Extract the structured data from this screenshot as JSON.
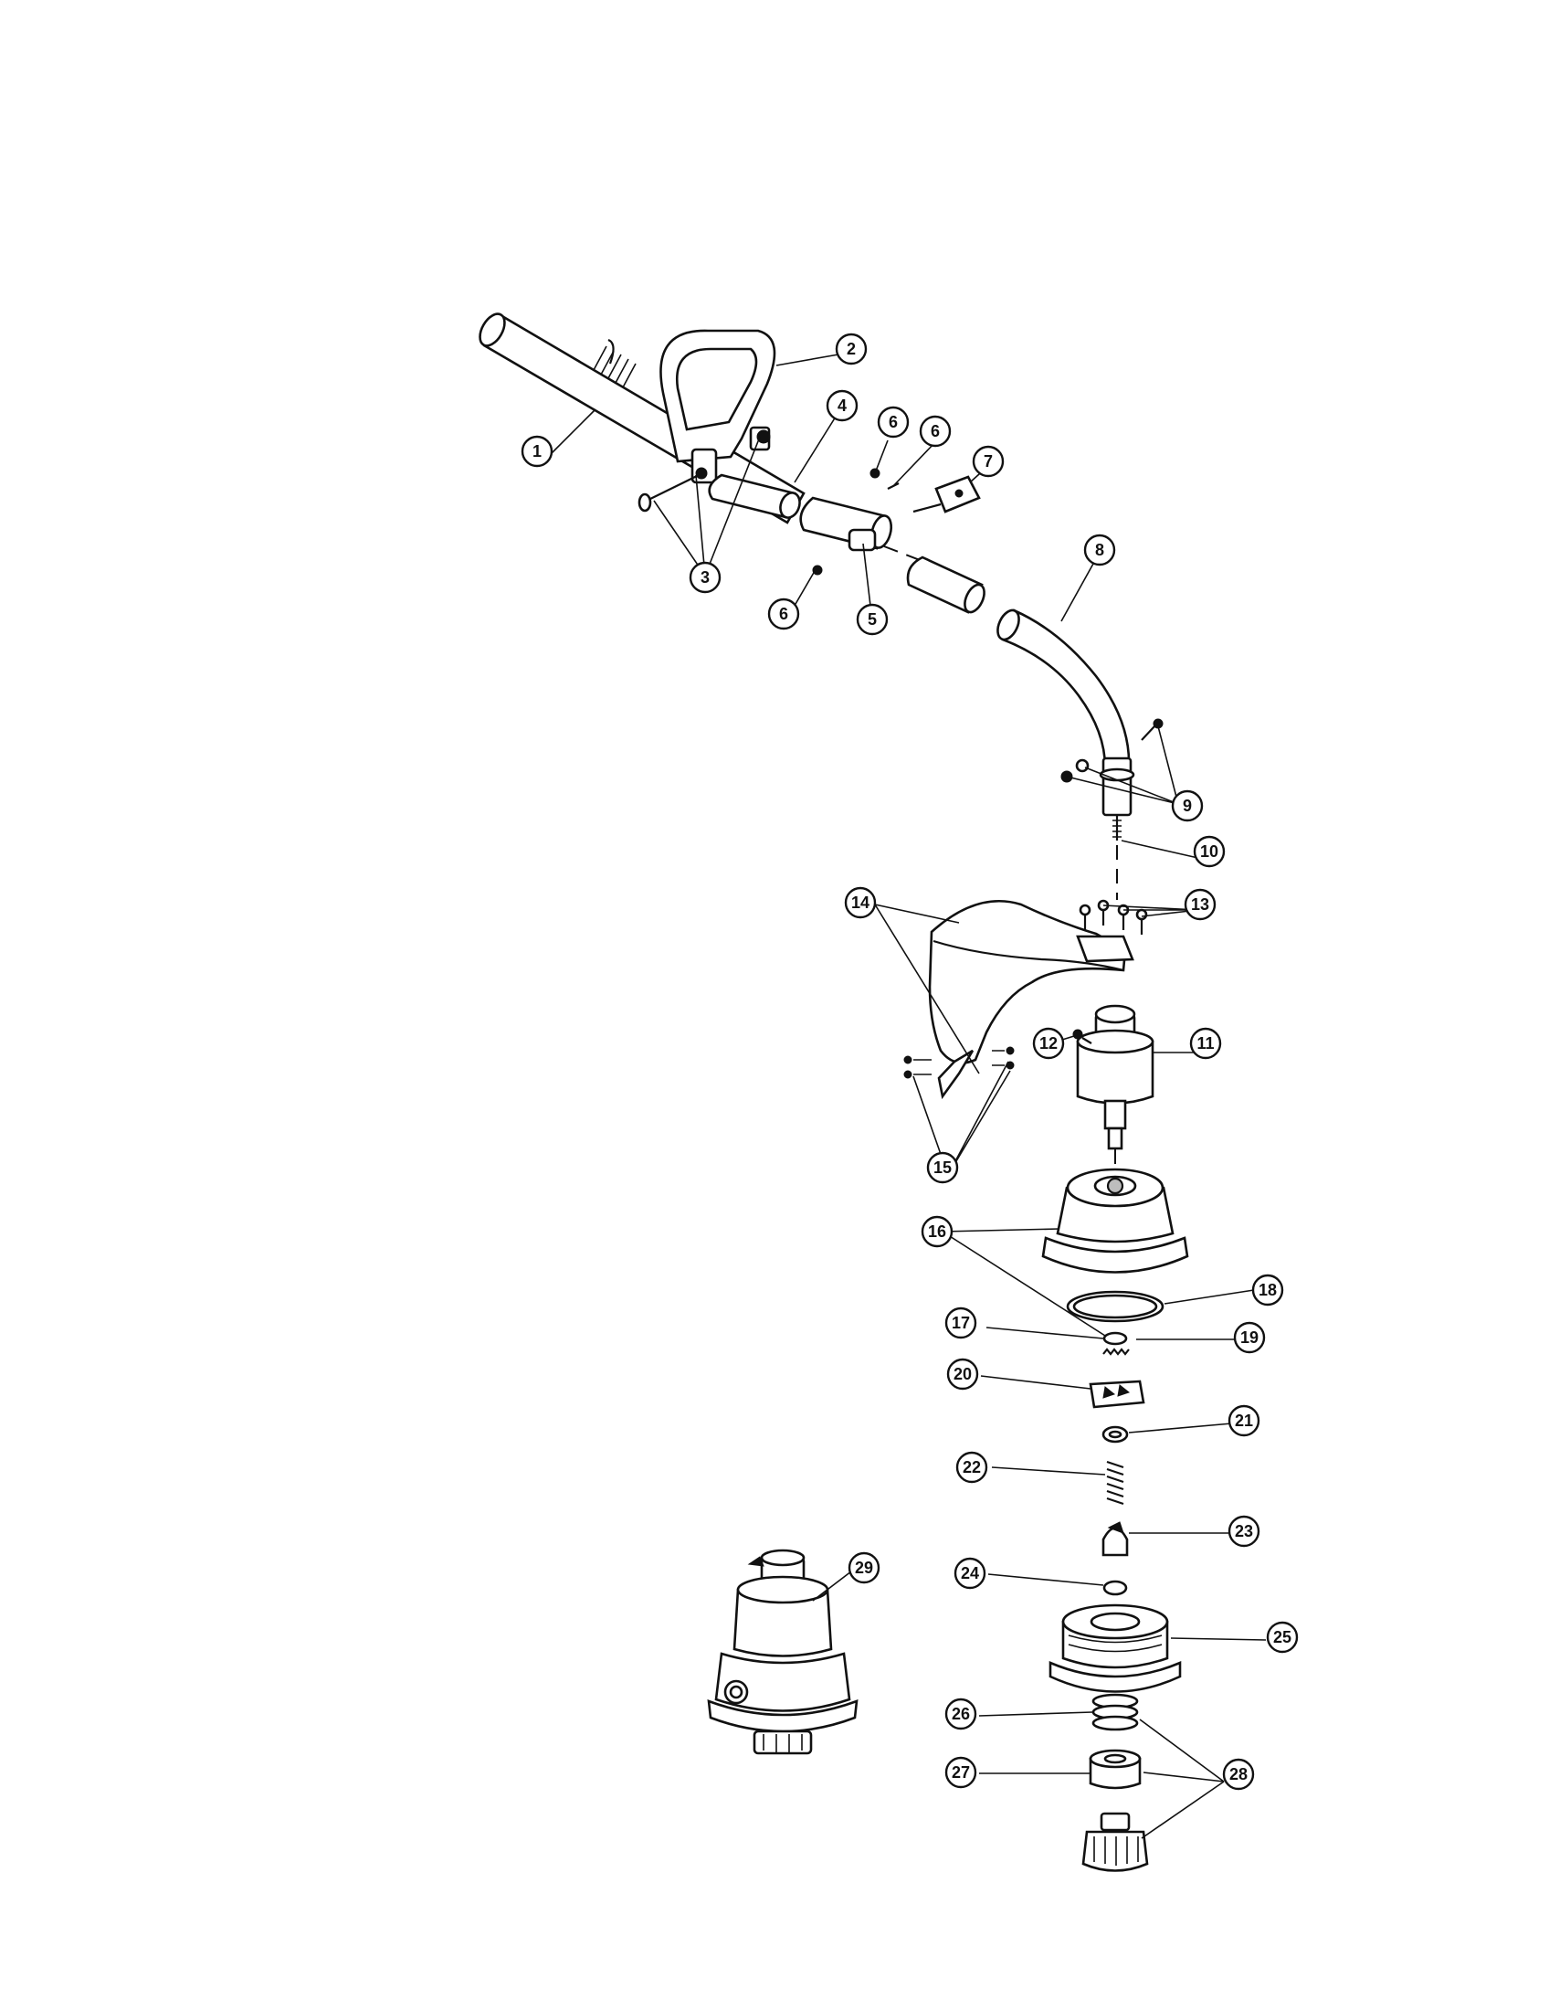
{
  "callouts": {
    "c1": "1",
    "c2": "2",
    "c3": "3",
    "c4": "4",
    "c5": "5",
    "c6a": "6",
    "c6b": "6",
    "c6c": "6",
    "c7": "7",
    "c8": "8",
    "c9": "9",
    "c10": "10",
    "c11": "11",
    "c12": "12",
    "c13": "13",
    "c14": "14",
    "c15": "15",
    "c16": "16",
    "c17": "17",
    "c18": "18",
    "c19": "19",
    "c20": "20",
    "c21": "21",
    "c22": "22",
    "c23": "23",
    "c24": "24",
    "c25": "25",
    "c26": "26",
    "c27": "27",
    "c28": "28",
    "c29": "29"
  }
}
